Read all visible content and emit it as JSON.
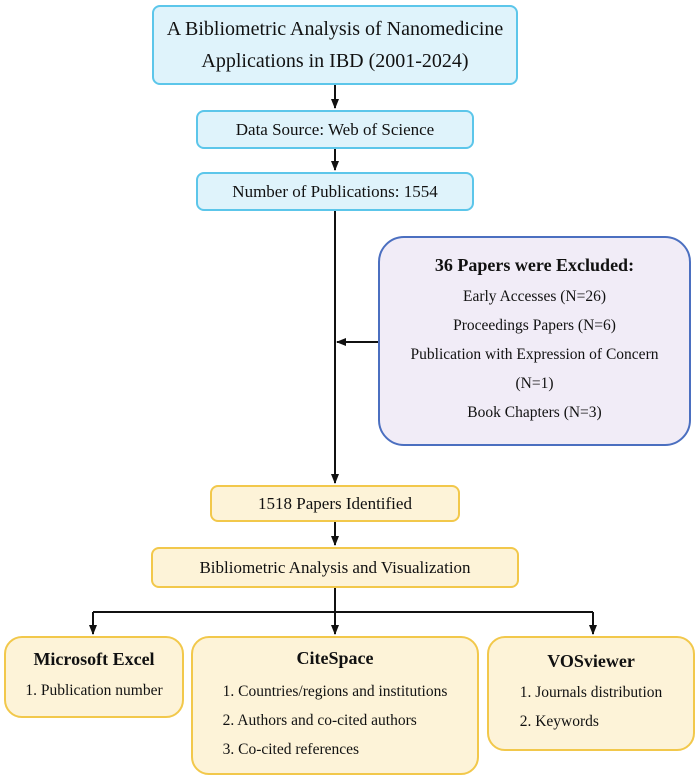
{
  "title_box": {
    "lines": [
      "A Bibliometric Analysis of Nanomedicine",
      "Applications in IBD (2001-2024)"
    ]
  },
  "source_box": "Data Source: Web of Science",
  "publications_box": "Number of Publications: 1554",
  "exclusion_box": {
    "heading": "36 Papers were Excluded:",
    "items": [
      "Early Accesses (N=26)",
      "Proceedings Papers (N=6)",
      "Publication with Expression of Concern",
      "(N=1)",
      "Book Chapters (N=3)"
    ]
  },
  "identified_box": "1518 Papers Identified",
  "analysis_box": "Bibliometric Analysis and Visualization",
  "tools": [
    {
      "name": "Microsoft Excel",
      "items": [
        "1. Publication number"
      ]
    },
    {
      "name": "CiteSpace",
      "items": [
        "1. Countries/regions and institutions",
        "2. Authors and co-cited authors",
        "3. Co-cited references"
      ]
    },
    {
      "name": "VOSviewer",
      "items": [
        "1. Journals distribution",
        "2. Keywords"
      ]
    }
  ],
  "colors": {
    "blue_fill": "#dff3fb",
    "blue_border": "#5cc6ea",
    "yellow_fill": "#fdf3d8",
    "yellow_border": "#f2c84b",
    "purple_fill": "#f1ecf7",
    "purple_border": "#4b6fc0"
  }
}
